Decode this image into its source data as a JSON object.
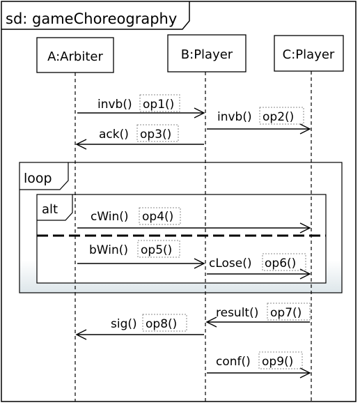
{
  "frame": {
    "title": "sd: gameChoreography"
  },
  "lifelines": [
    {
      "id": "A",
      "label": "A:Arbiter"
    },
    {
      "id": "B",
      "label": "B:Player"
    },
    {
      "id": "C",
      "label": "C:Player"
    }
  ],
  "fragments": {
    "loop": {
      "label": "loop"
    },
    "alt": {
      "label": "alt"
    }
  },
  "messages": [
    {
      "id": "m1",
      "from": "A",
      "to": "B",
      "name": "invb()",
      "op": "op1()"
    },
    {
      "id": "m2",
      "from": "B",
      "to": "C",
      "name": "invb()",
      "op": "op2()"
    },
    {
      "id": "m3",
      "from": "B",
      "to": "A",
      "name": "ack()",
      "op": "op3()"
    },
    {
      "id": "m4",
      "from": "A",
      "to": "C",
      "name": "cWin()",
      "op": "op4()"
    },
    {
      "id": "m5",
      "from": "A",
      "to": "B",
      "name": "bWin()",
      "op": "op5()"
    },
    {
      "id": "m6",
      "from": "B",
      "to": "C",
      "name": "cLose()",
      "op": "op6()"
    },
    {
      "id": "m7",
      "from": "C",
      "to": "B",
      "name": "result()",
      "op": "op7()"
    },
    {
      "id": "m8",
      "from": "B",
      "to": "A",
      "name": "sig()",
      "op": "op8()"
    },
    {
      "id": "m9",
      "from": "B",
      "to": "C",
      "name": "conf()",
      "op": "op9()"
    }
  ]
}
